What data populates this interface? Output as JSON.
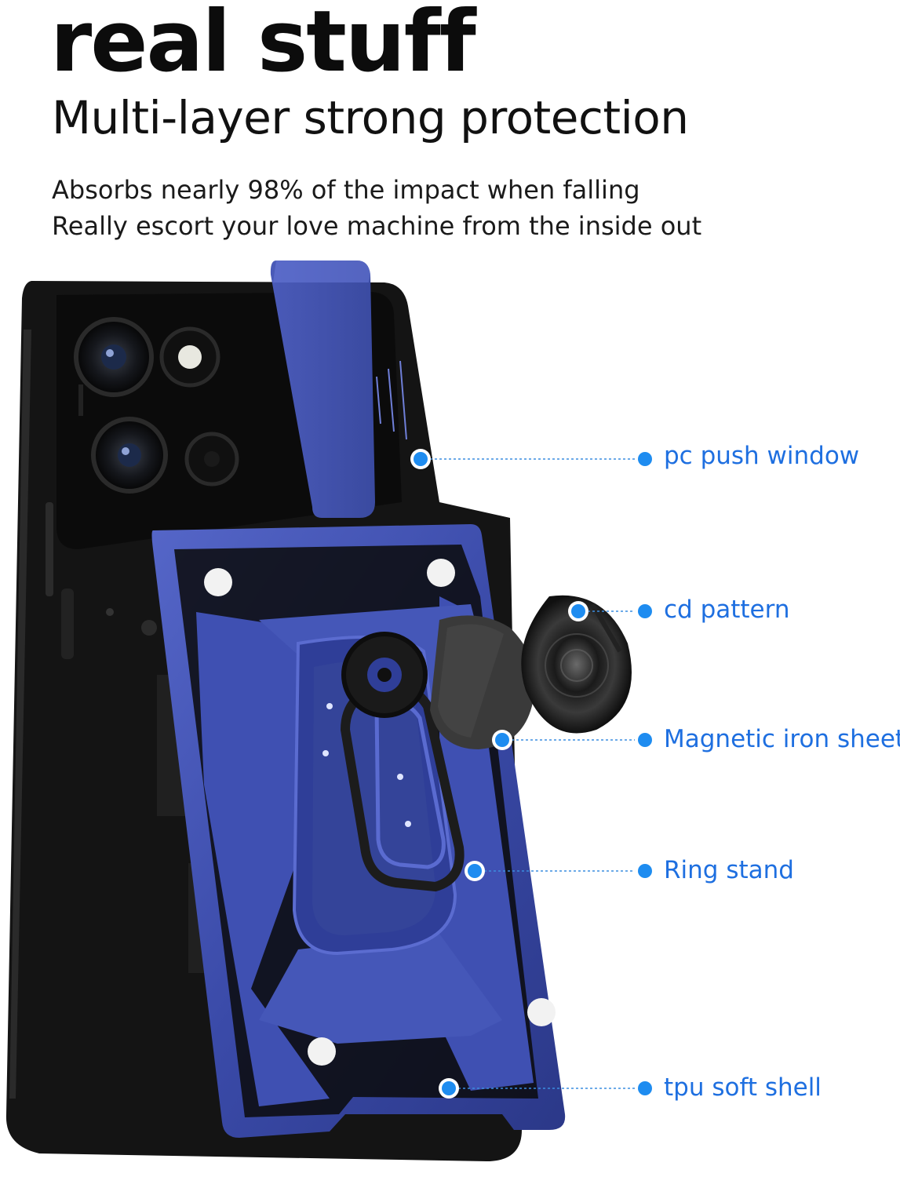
{
  "headline": "real stuff",
  "subheadline": "Multi-layer strong protection",
  "description": [
    "Absorbs nearly 98% of the impact when falling",
    "Really escort your love machine from the inside out"
  ],
  "callouts": [
    {
      "label": "pc push window"
    },
    {
      "label": "cd pattern"
    },
    {
      "label": "Magnetic iron sheet"
    },
    {
      "label": "Ring stand"
    },
    {
      "label": "tpu soft shell"
    }
  ],
  "colors": {
    "case_blue": "#3a4aa8",
    "case_blue_light": "#5566c8",
    "phone_black": "#141414",
    "callout_blue": "#1e6fe0"
  }
}
